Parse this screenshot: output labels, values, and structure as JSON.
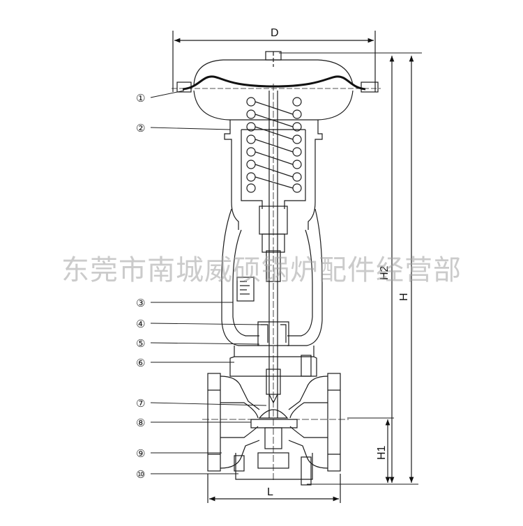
{
  "dimensions": {
    "D": "D",
    "H2": "H2",
    "H": "H",
    "H1": "H1",
    "L": "L"
  },
  "callouts": [
    "①",
    "②",
    "③",
    "④",
    "⑤",
    "⑥",
    "⑦",
    "⑧",
    "⑨",
    "⑩"
  ],
  "watermark": "东莞市南城威硕锅炉配件经营部",
  "colors": {
    "line": "#1a1a1a",
    "diaphragm": "#111111",
    "watermark": "#a0a0a0"
  }
}
